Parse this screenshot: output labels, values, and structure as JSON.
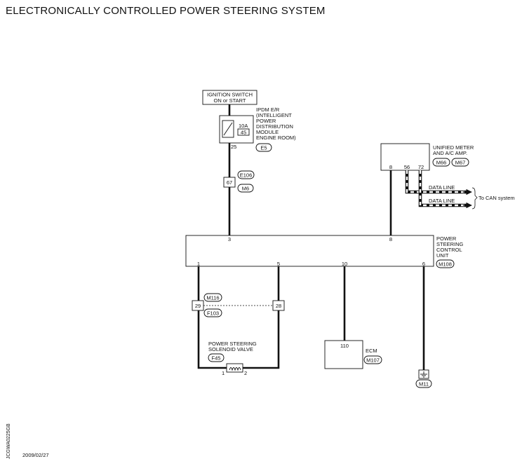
{
  "title": "ELECTRONICALLY CONTROLLED POWER STEERING SYSTEM",
  "ignition_switch": {
    "line1": "IGNITION SWITCH",
    "line2": "ON or START"
  },
  "ipdm": {
    "lines": [
      "IPDM E/R",
      "(INTELLIGENT",
      "POWER",
      "DISTRIBUTION",
      "MODULE",
      "ENGINE ROOM)"
    ],
    "fuse_amps": "10A",
    "fuse_number": "45",
    "terminal": "25",
    "connector": "E5"
  },
  "joint_connector": {
    "top": "E106",
    "pin": "67",
    "bottom": "M6"
  },
  "unified_meter": {
    "lines": [
      "UNIFIED METER",
      "AND A/C AMP."
    ],
    "connectors": [
      "M66",
      "M67"
    ],
    "terminals": [
      "8",
      "56",
      "72"
    ]
  },
  "data_lines": {
    "line_label": "DATA LINE",
    "destination": "To CAN system"
  },
  "control_unit": {
    "lines": [
      "POWER",
      "STEERING",
      "CONTROL",
      "UNIT"
    ],
    "connector": "M108",
    "top_terminals": [
      "3",
      "8"
    ],
    "bottom_terminals": [
      "1",
      "5",
      "10",
      "6"
    ]
  },
  "solenoid_connector": {
    "top": "M116",
    "left_pin": "29",
    "right_pin": "28",
    "bottom": "F103"
  },
  "solenoid_valve": {
    "lines": [
      "POWER STEERING",
      "SOLENOID VALVE"
    ],
    "connector": "F45",
    "pin_left": "1",
    "pin_right": "2"
  },
  "ecm": {
    "label": "ECM",
    "terminal": "110",
    "connector": "M107"
  },
  "ground": {
    "connector": "M11"
  },
  "side_code": "JCGWA0225GB",
  "date": "2009/02/27"
}
